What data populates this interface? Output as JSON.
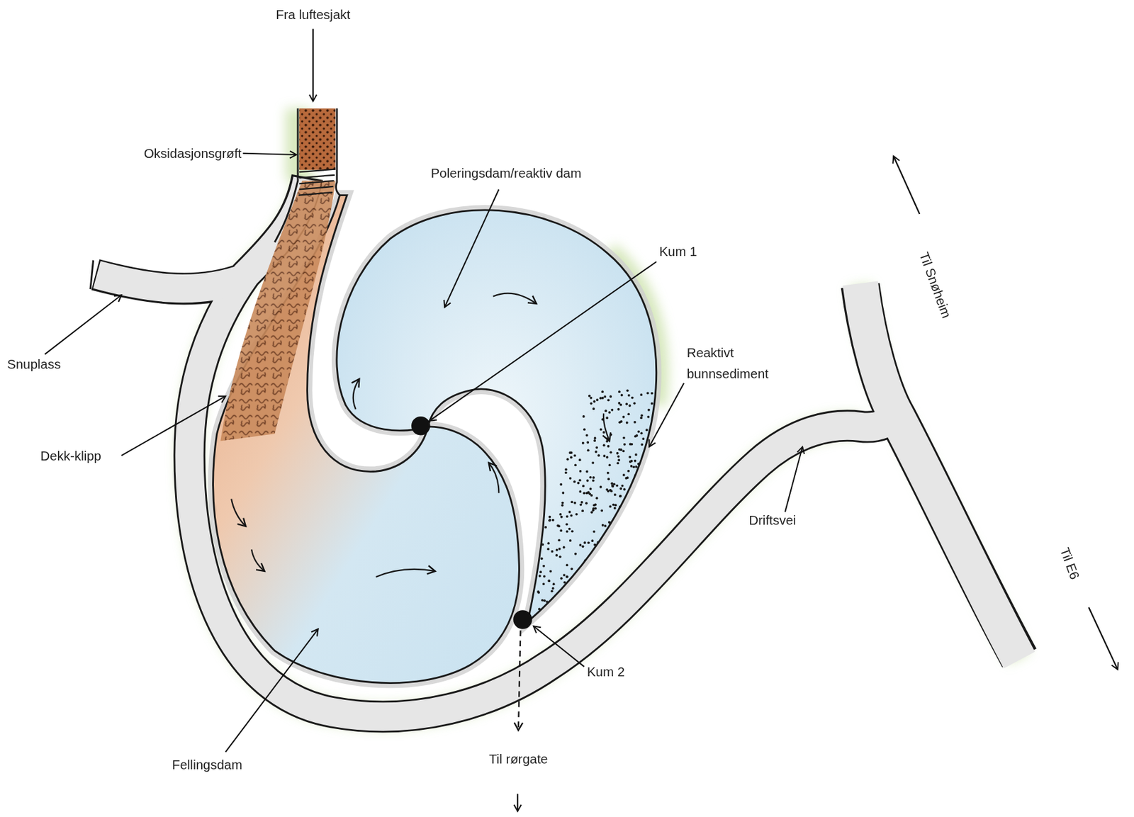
{
  "diagram": {
    "labels": [
      "Fra luftesjakt",
      "Oksidasjonsgrøft",
      "Poleringsdam/reaktiv dam",
      "Kum 1",
      "Snuplass",
      "Reaktivt bunnsediment",
      "Dekk-klipp",
      "Driftsvei",
      "Til Snøheim",
      "Til E6",
      "Kum 2",
      "Fellingsdam",
      "Til rørgate"
    ]
  }
}
